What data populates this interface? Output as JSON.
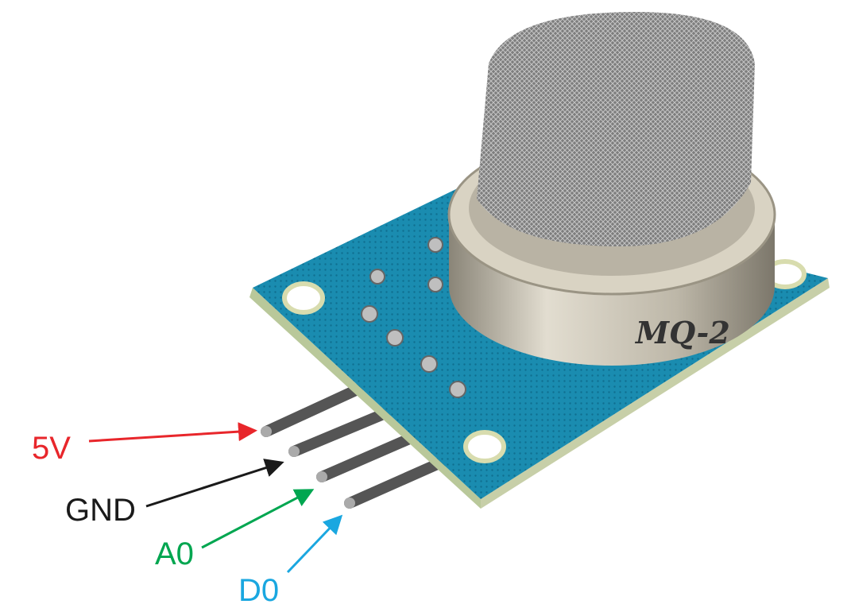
{
  "module": {
    "sensor_marking": "MQ-2",
    "board_color": "#1685a8",
    "can_color": "#c9c3b4",
    "mesh_color": "#8f8f8f"
  },
  "pins": [
    {
      "label": "5V",
      "color": "#e8262b"
    },
    {
      "label": "GND",
      "color": "#1a1a1a"
    },
    {
      "label": "A0",
      "color": "#00a650"
    },
    {
      "label": "D0",
      "color": "#1aa7e0"
    }
  ]
}
